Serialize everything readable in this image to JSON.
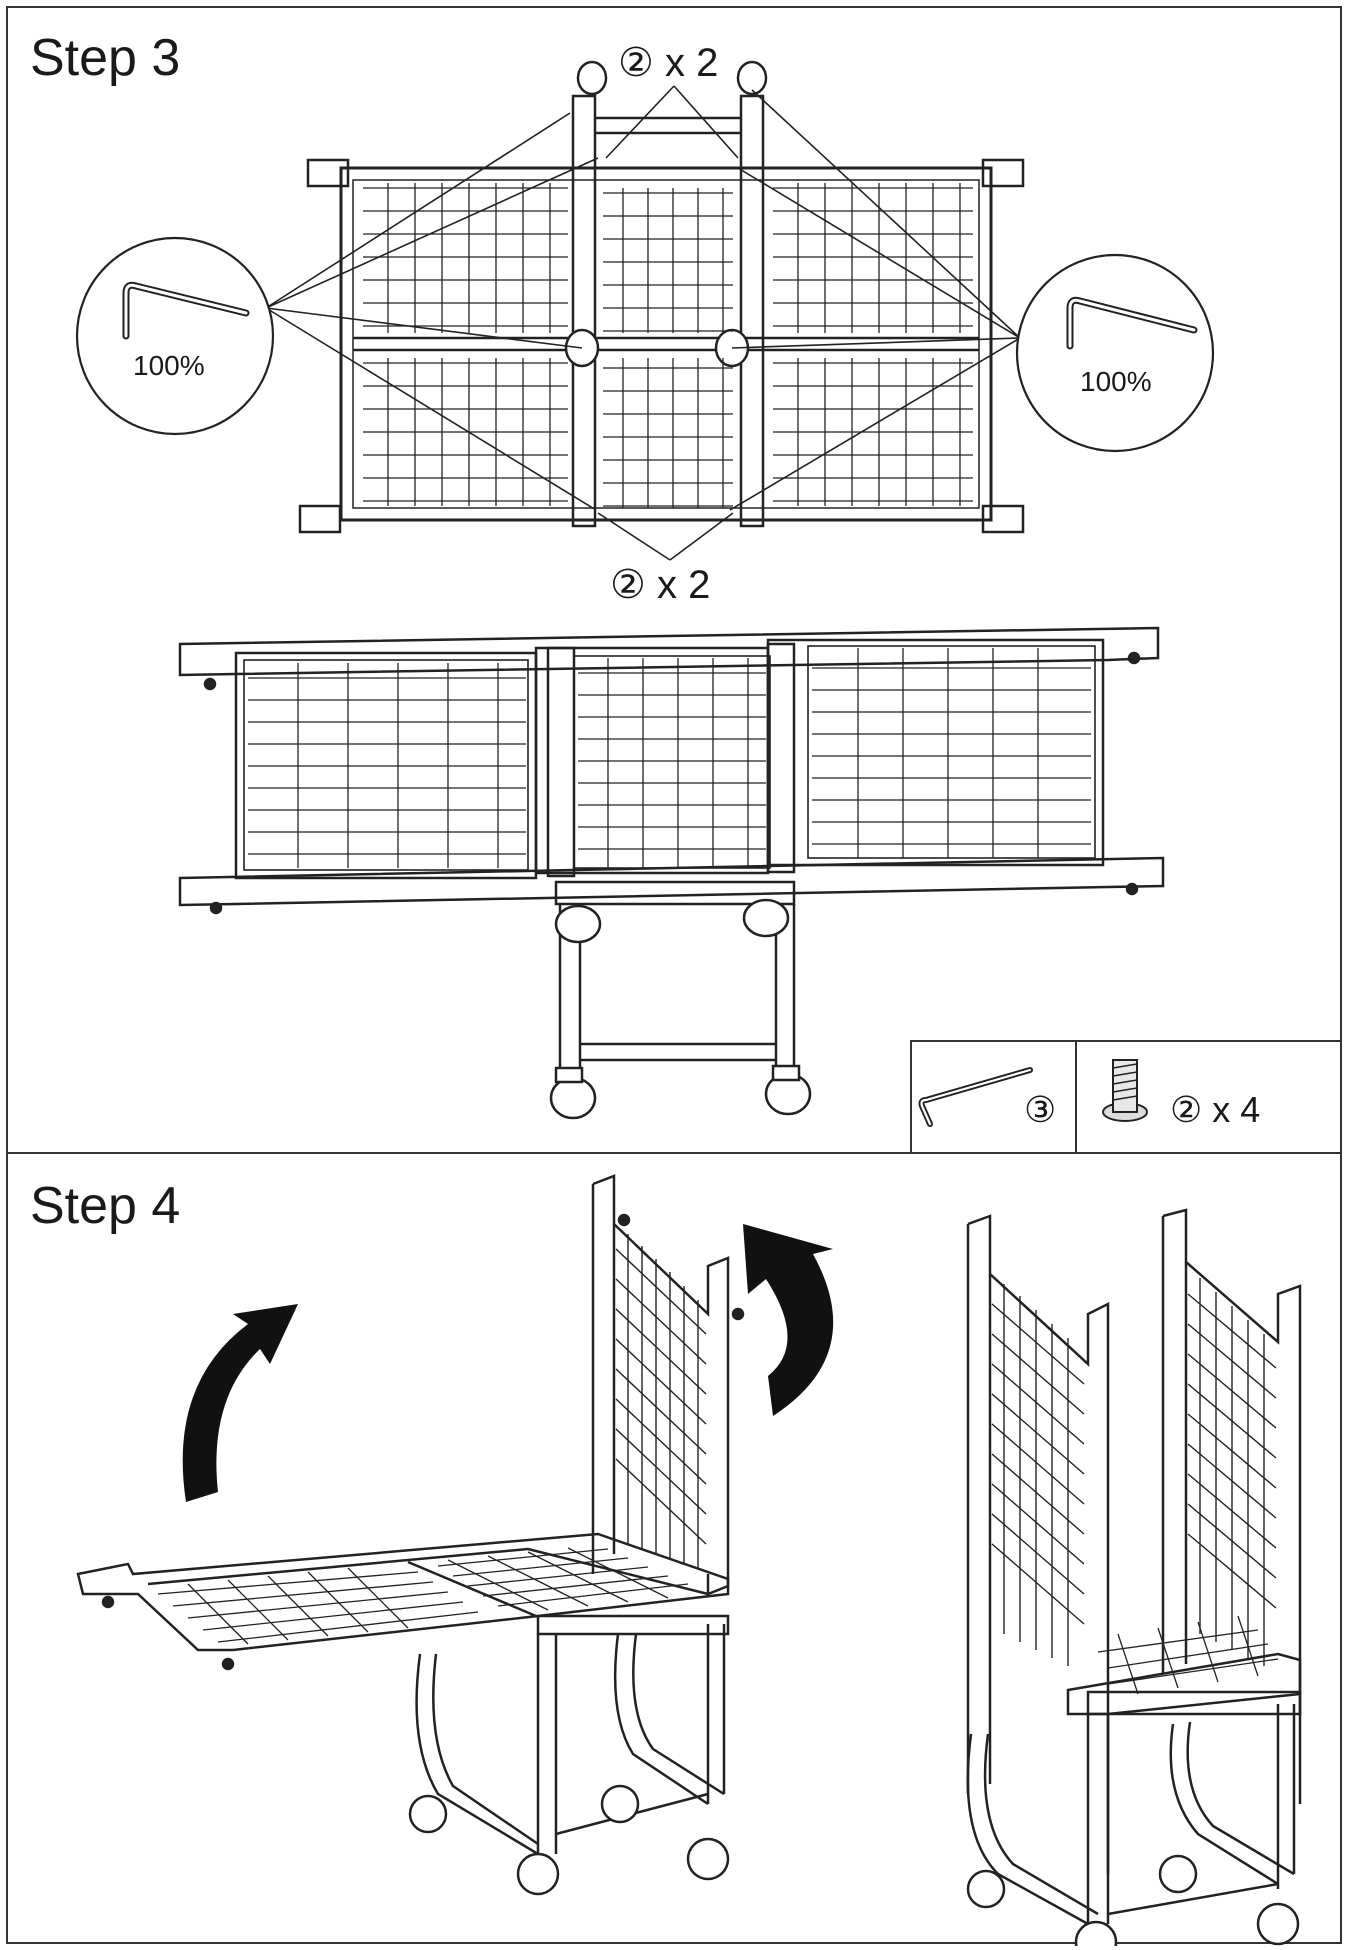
{
  "steps": [
    {
      "title": "Step 3",
      "callout_top": "② x 2",
      "callout_bottom": "② x 2",
      "zoom_left": "100%",
      "zoom_right": "100%",
      "parts": {
        "tool_label": "③",
        "bolt_label": "② x 4"
      }
    },
    {
      "title": "Step 4"
    }
  ],
  "icons": [
    "hex-key-icon",
    "bolt-icon",
    "rotate-arrow-icon",
    "cart-frame-diagram"
  ]
}
